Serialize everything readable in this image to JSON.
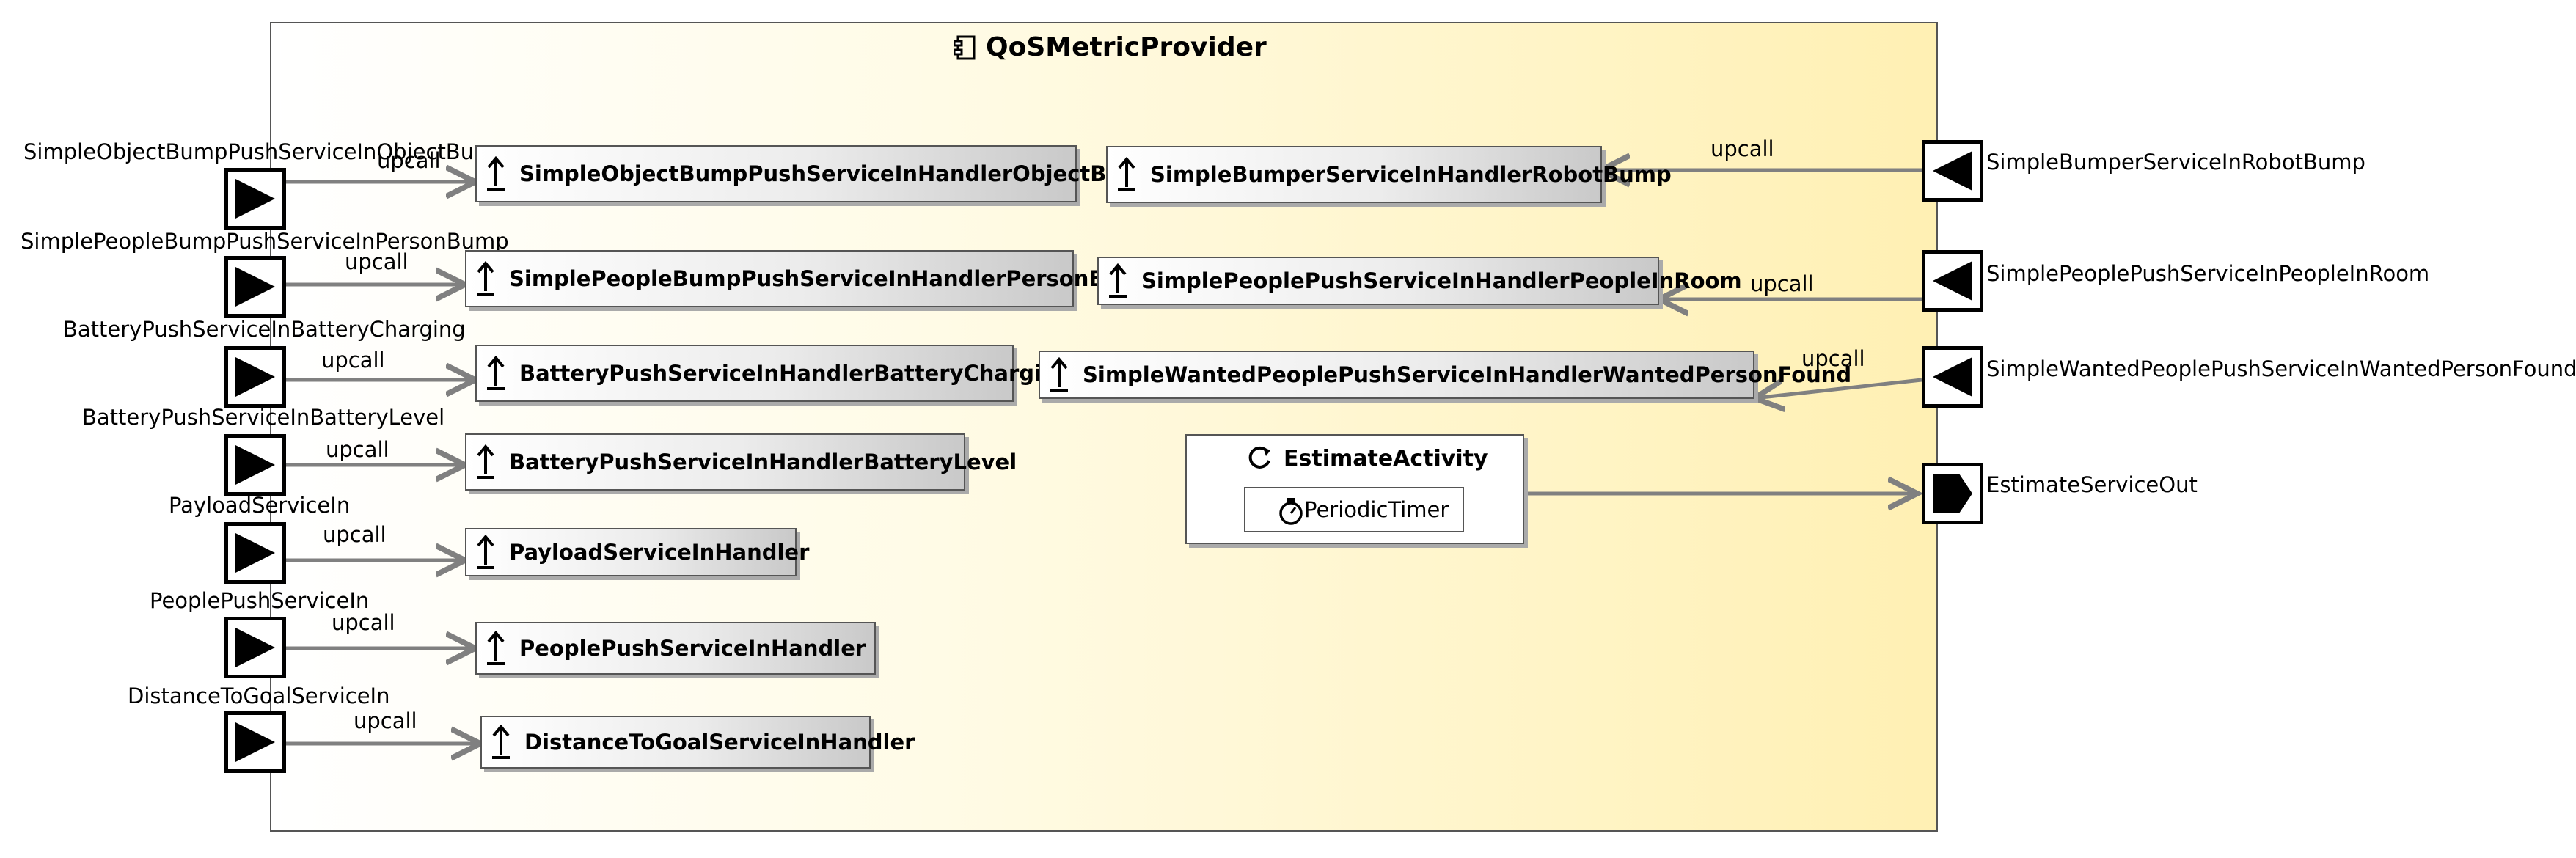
{
  "component": {
    "title": "QoSMetricProvider"
  },
  "left_ports": [
    {
      "label": "SimpleObjectBumpPushServiceInObjectBump",
      "edge": "upcall",
      "handler": "SimpleObjectBumpPushServiceInHandlerObjectBump"
    },
    {
      "label": "SimplePeopleBumpPushServiceInPersonBump",
      "edge": "upcall",
      "handler": "SimplePeopleBumpPushServiceInHandlerPersonBump"
    },
    {
      "label": "BatteryPushServiceInBatteryCharging",
      "edge": "upcall",
      "handler": "BatteryPushServiceInHandlerBatteryCharging"
    },
    {
      "label": "BatteryPushServiceInBatteryLevel",
      "edge": "upcall",
      "handler": "BatteryPushServiceInHandlerBatteryLevel"
    },
    {
      "label": "PayloadServiceIn",
      "edge": "upcall",
      "handler": "PayloadServiceInHandler"
    },
    {
      "label": "PeoplePushServiceIn",
      "edge": "upcall",
      "handler": "PeoplePushServiceInHandler"
    },
    {
      "label": "DistanceToGoalServiceIn",
      "edge": "upcall",
      "handler": "DistanceToGoalServiceInHandler"
    }
  ],
  "right_ports": [
    {
      "label": "SimpleBumperServiceInRobotBump",
      "edge": "upcall",
      "handler": "SimpleBumperServiceInHandlerRobotBump"
    },
    {
      "label": "SimplePeoplePushServiceInPeopleInRoom",
      "edge": "upcall",
      "handler": "SimplePeoplePushServiceInHandlerPeopleInRoom"
    },
    {
      "label": "SimpleWantedPeoplePushServiceInWantedPersonFound",
      "edge": "upcall",
      "handler": "SimpleWantedPeoplePushServiceInHandlerWantedPersonFound"
    }
  ],
  "activity": {
    "title": "EstimateActivity",
    "timer": "PeriodicTimer"
  },
  "output_port": {
    "label": "EstimateServiceOut"
  }
}
